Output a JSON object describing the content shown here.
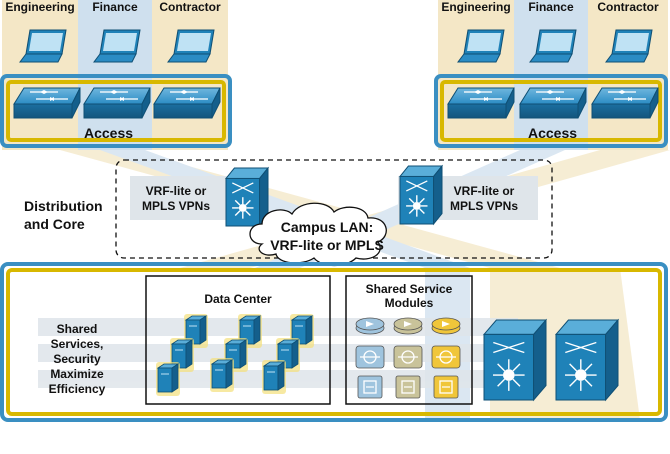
{
  "groups_left": [
    "Engineering",
    "Finance",
    "Contractor"
  ],
  "groups_right": [
    "Engineering",
    "Finance",
    "Contractor"
  ],
  "access_left": "Access",
  "access_right": "Access",
  "distribution": "Distribution\nand Core",
  "vrf_left": "VRF-lite or\nMPLS VPNs",
  "vrf_right": "VRF-lite or\nMPLS VPNs",
  "campus_lan": "Campus LAN:\nVRF-lite or MPLS",
  "data_center": "Data Center",
  "shared_service_modules": "Shared Service\nModules",
  "shared_services": "Shared\nServices,\nSecurity\nMaximize\nEfficiency",
  "colors": {
    "engineering": "#f4e7c6",
    "finance": "#cfe0ee",
    "contractor": "#f4e7c6",
    "frame_blue": "#3a8fc2",
    "frame_gold": "#d8b800",
    "device_blue": "#1f82b8",
    "shade_gray": "#dfe5ea"
  },
  "icons": [
    "laptop-icon",
    "workgroup-switch-icon",
    "multilayer-switch-icon",
    "server-icon",
    "firewall-module-icon",
    "content-switch-module-icon",
    "ssl-module-icon",
    "cloud-icon"
  ]
}
